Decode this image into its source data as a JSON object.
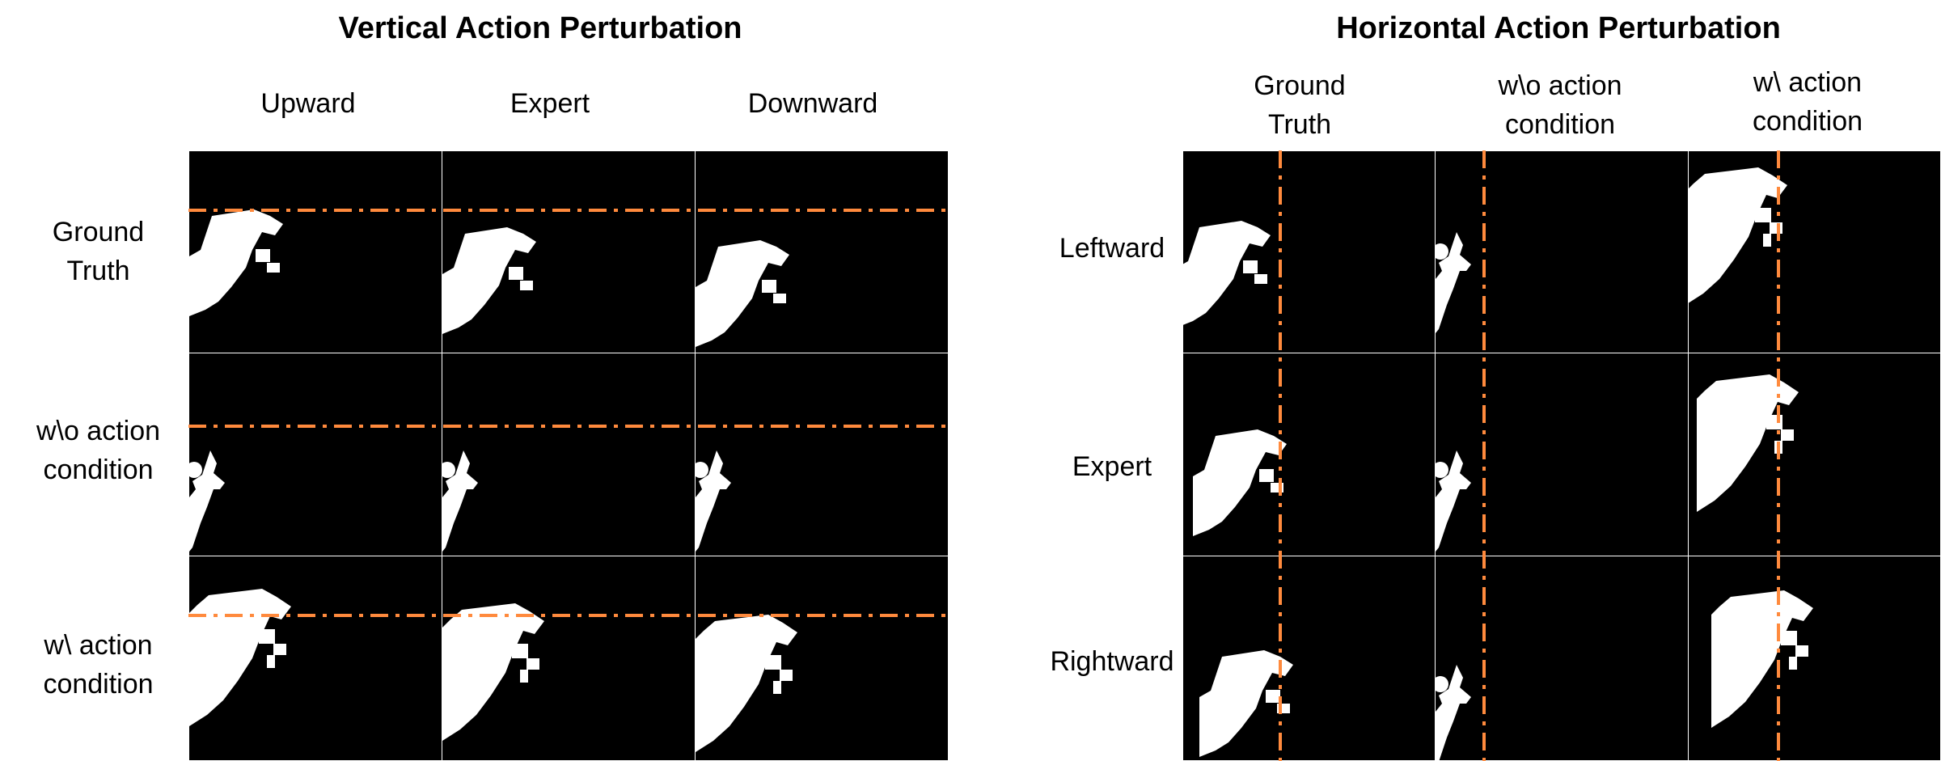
{
  "vertical": {
    "title": "Vertical Action Perturbation",
    "columns": [
      "Upward",
      "Expert",
      "Downward"
    ],
    "rows": [
      "Ground\nTruth",
      "w\\o action\ncondition",
      "w\\ action\ncondition"
    ]
  },
  "horizontal": {
    "title": "Horizontal Action Perturbation",
    "columns": [
      "Ground\nTruth",
      "w\\o action\ncondition",
      "w\\ action\ncondition"
    ],
    "rows": [
      "Leftward",
      "Expert",
      "Rightward"
    ]
  },
  "colors": {
    "guide_line": "#ff8a3d",
    "background": "#000000",
    "mask": "#ffffff"
  }
}
